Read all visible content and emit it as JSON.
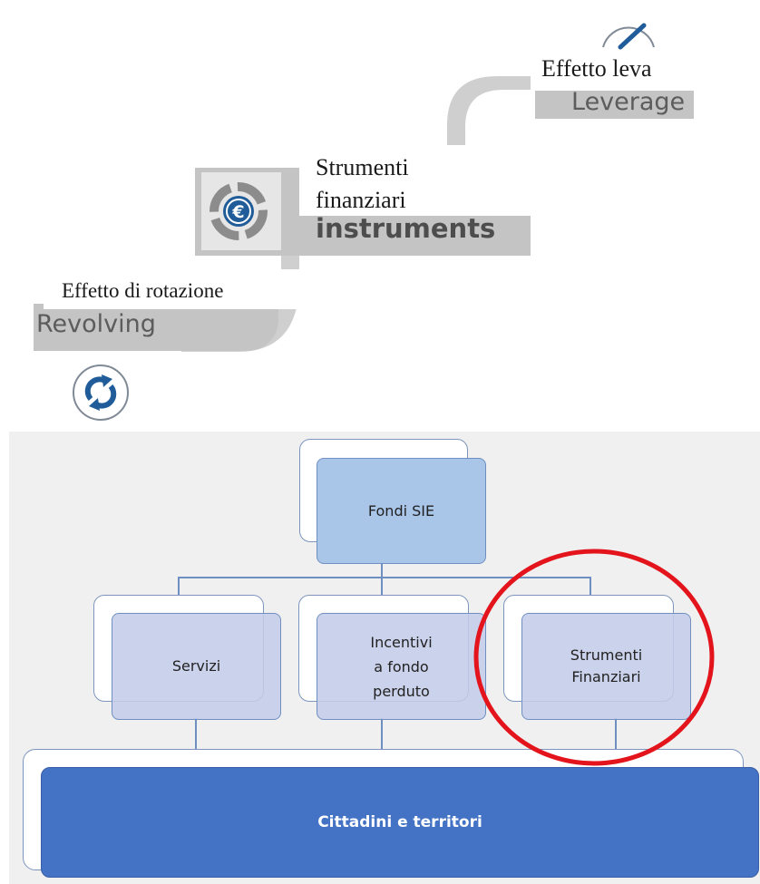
{
  "steps": {
    "leverage": {
      "it_label": "Effetto leva",
      "en_label": "Leverage",
      "icon": "pencil-icon"
    },
    "instruments": {
      "it_label_line1": "Strumenti",
      "it_label_line2": "finanziari",
      "en_label": "instruments",
      "icon": "euro-coin-icon"
    },
    "revolving": {
      "it_label": "Effetto di rotazione",
      "en_label": "Revolving",
      "icon": "refresh-arrows-icon"
    }
  },
  "org_chart": {
    "root": "Fondi SIE",
    "children": [
      {
        "lines": [
          "Servizi"
        ]
      },
      {
        "lines": [
          "Incentivi",
          "a fondo",
          "perduto"
        ]
      },
      {
        "lines": [
          "Strumenti",
          "Finanziari"
        ],
        "highlighted": true
      }
    ],
    "bottom": "Cittadini e territori"
  },
  "colors": {
    "step_bar": "#c4c4c4",
    "icon_blue": "#1f5c99",
    "root_fill": "#a9c5e8",
    "child_fill": "#ccd3ea",
    "bottom_fill": "#4472c4",
    "panel_bg": "#f0f0f0",
    "highlight_circle": "#e3141b"
  }
}
